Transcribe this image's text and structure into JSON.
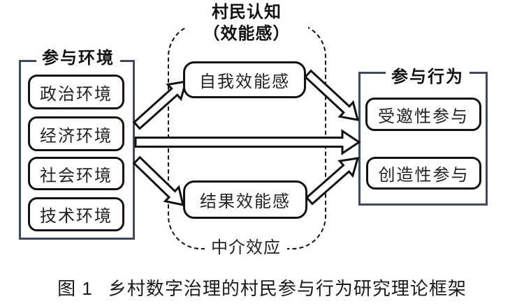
{
  "diagram": {
    "left_group": {
      "title": "参与环境",
      "items": [
        {
          "label": "政治环境"
        },
        {
          "label": "经济环境"
        },
        {
          "label": "社会环境"
        },
        {
          "label": "技术环境"
        }
      ]
    },
    "middle_group": {
      "title_line1": "村民认知",
      "title_line2": "（效能感）",
      "items": [
        {
          "label": "自我效能感"
        },
        {
          "label": "结果效能感"
        }
      ],
      "footer_label": "中介效应"
    },
    "right_group": {
      "title": "参与行为",
      "items": [
        {
          "label": "受邀性参与"
        },
        {
          "label": "创造性参与"
        }
      ]
    },
    "arrows": [
      {
        "name": "environment-to-self-efficacy"
      },
      {
        "name": "environment-to-participation-direct"
      },
      {
        "name": "environment-to-outcome-efficacy"
      },
      {
        "name": "self-efficacy-to-participation"
      },
      {
        "name": "outcome-efficacy-to-participation"
      }
    ],
    "colors": {
      "group_border": "#3d4a5c",
      "item_border": "#111111",
      "background": "#ffffff"
    }
  },
  "caption": {
    "figure_label": "图 1",
    "figure_title": "乡村数字治理的村民参与行为研究理论框架"
  }
}
